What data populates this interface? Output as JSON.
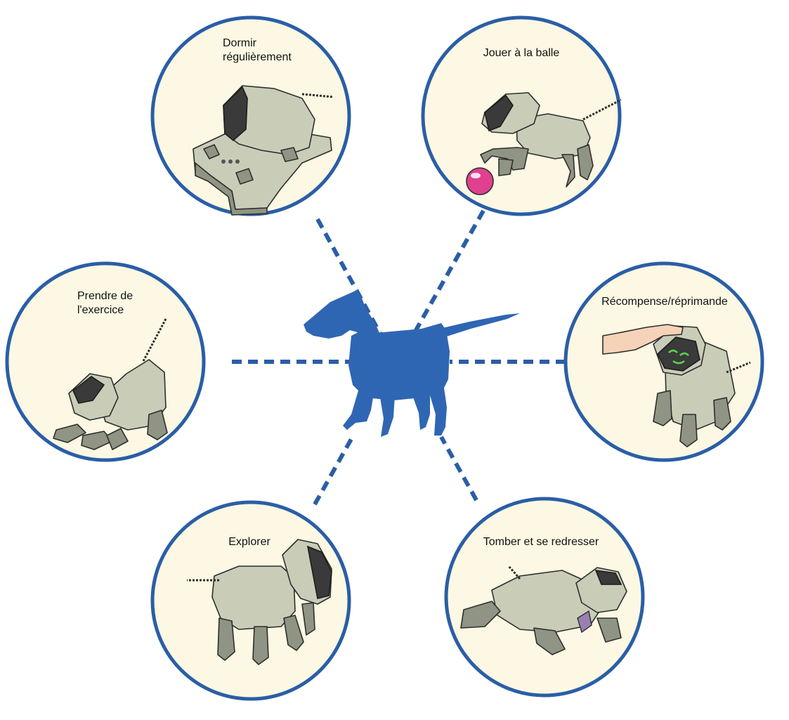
{
  "colors": {
    "circle_border": "#2a5ea6",
    "circle_fill": "#fcf8e3",
    "connector": "#2a5ea6",
    "silhouette": "#2f66b3",
    "ball": "#e0408f"
  },
  "center": {
    "icon": "robot-dog-silhouette"
  },
  "nodes": [
    {
      "id": "sleep",
      "label": "Dormir\nrégulièrement",
      "icon": "robot-dog-sleeping-on-station"
    },
    {
      "id": "ball",
      "label": "Jouer à la balle",
      "icon": "robot-dog-playing-ball"
    },
    {
      "id": "reward",
      "label": "Récompense/réprimande",
      "icon": "robot-dog-petted-by-hand"
    },
    {
      "id": "fall",
      "label": "Tomber et se redresser",
      "icon": "robot-dog-lying-down"
    },
    {
      "id": "explore",
      "label": "Explorer",
      "icon": "robot-dog-walking"
    },
    {
      "id": "exercise",
      "label": "Prendre de\nl'exercice",
      "icon": "robot-dog-stretching"
    }
  ]
}
